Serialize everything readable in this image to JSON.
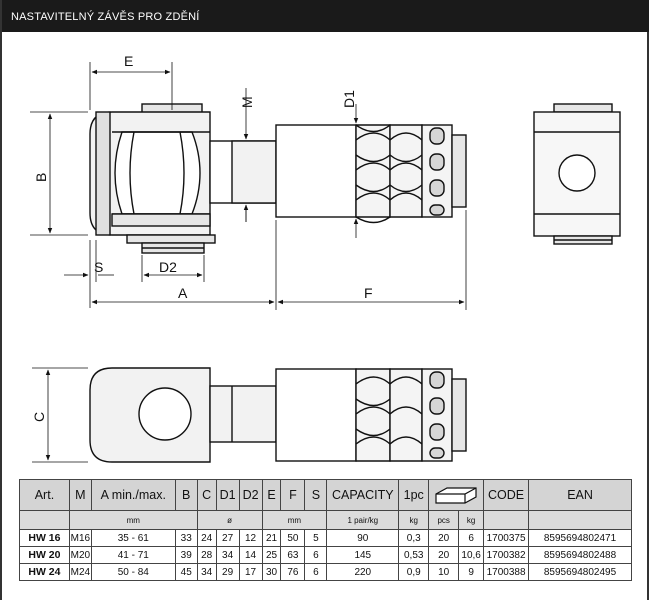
{
  "header": {
    "title": "NASTAVITELNÝ ZÁVĚS PRO ZDĚNÍ"
  },
  "drawing": {
    "labels": {
      "E": "E",
      "M": "M",
      "D1": "D1",
      "B": "B",
      "S": "S",
      "D2": "D2",
      "A": "A",
      "F": "F",
      "C": "C"
    }
  },
  "table": {
    "headers": [
      "Art.",
      "M",
      "A min./max.",
      "B",
      "C",
      "D1",
      "D2",
      "E",
      "F",
      "S",
      "CAPACITY",
      "1pc",
      "",
      "CODE",
      "EAN"
    ],
    "units": {
      "dims": "mm",
      "dia": "ø",
      "ef": "mm",
      "capacity": "1 pair/kg",
      "weight": "kg",
      "pcs": "pcs",
      "boxkg": "kg"
    },
    "box_icon": "box-icon",
    "rows": [
      [
        "HW 16",
        "M16",
        "35 - 61",
        "33",
        "24",
        "27",
        "12",
        "21",
        "50",
        "5",
        "90",
        "0,3",
        "20",
        "6",
        "1700375",
        "8595694802471"
      ],
      [
        "HW 20",
        "M20",
        "41 - 71",
        "39",
        "28",
        "34",
        "14",
        "25",
        "63",
        "6",
        "145",
        "0,53",
        "20",
        "10,6",
        "1700382",
        "8595694802488"
      ],
      [
        "HW 24",
        "M24",
        "50 - 84",
        "45",
        "34",
        "29",
        "17",
        "30",
        "76",
        "6",
        "220",
        "0,9",
        "10",
        "9",
        "1700388",
        "8595694802495"
      ]
    ]
  }
}
